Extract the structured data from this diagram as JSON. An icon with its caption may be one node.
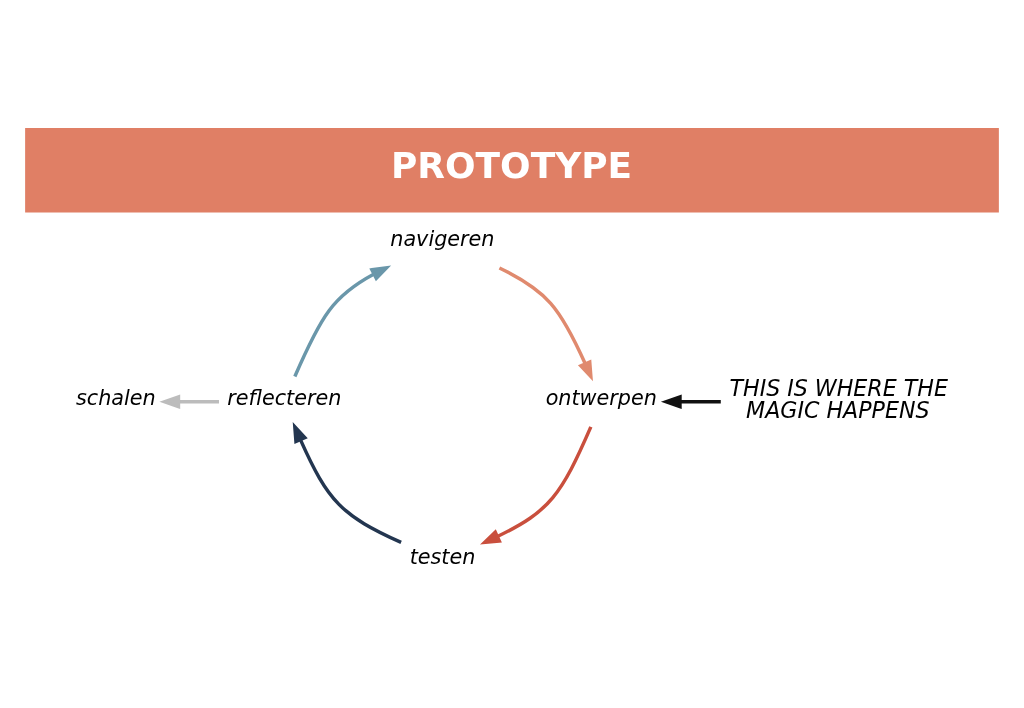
{
  "diagram": {
    "title": "PROTOTYPE",
    "nodes": [
      {
        "text": [
          "schalen"
        ]
      },
      {
        "text": [
          "THIS IS WHERE THE MAGIC HAPPENS"
        ]
      },
      {
        "text": [
          "navigeren"
        ]
      },
      {
        "text": [
          "ontwerpen"
        ]
      },
      {
        "text": [
          "reflecteren"
        ]
      },
      {
        "text": [
          "testen"
        ]
      }
    ],
    "edges": [
      {
        "from": 2,
        "to": 3,
        "arrow": "to",
        "color": "#e08a6e"
      },
      {
        "from": 3,
        "to": 5,
        "arrow": "to",
        "color": "#c94f3d"
      },
      {
        "from": 5,
        "to": 4,
        "arrow": "to",
        "color": "#233650"
      },
      {
        "from": 4,
        "to": 2,
        "arrow": "to",
        "color": "#6a97aa"
      },
      {
        "from": 4,
        "to": 0,
        "arrow": "to",
        "color": "#bcbcbc"
      },
      {
        "from": 1,
        "to": 3,
        "arrow": "to",
        "color": "#111111"
      }
    ]
  }
}
